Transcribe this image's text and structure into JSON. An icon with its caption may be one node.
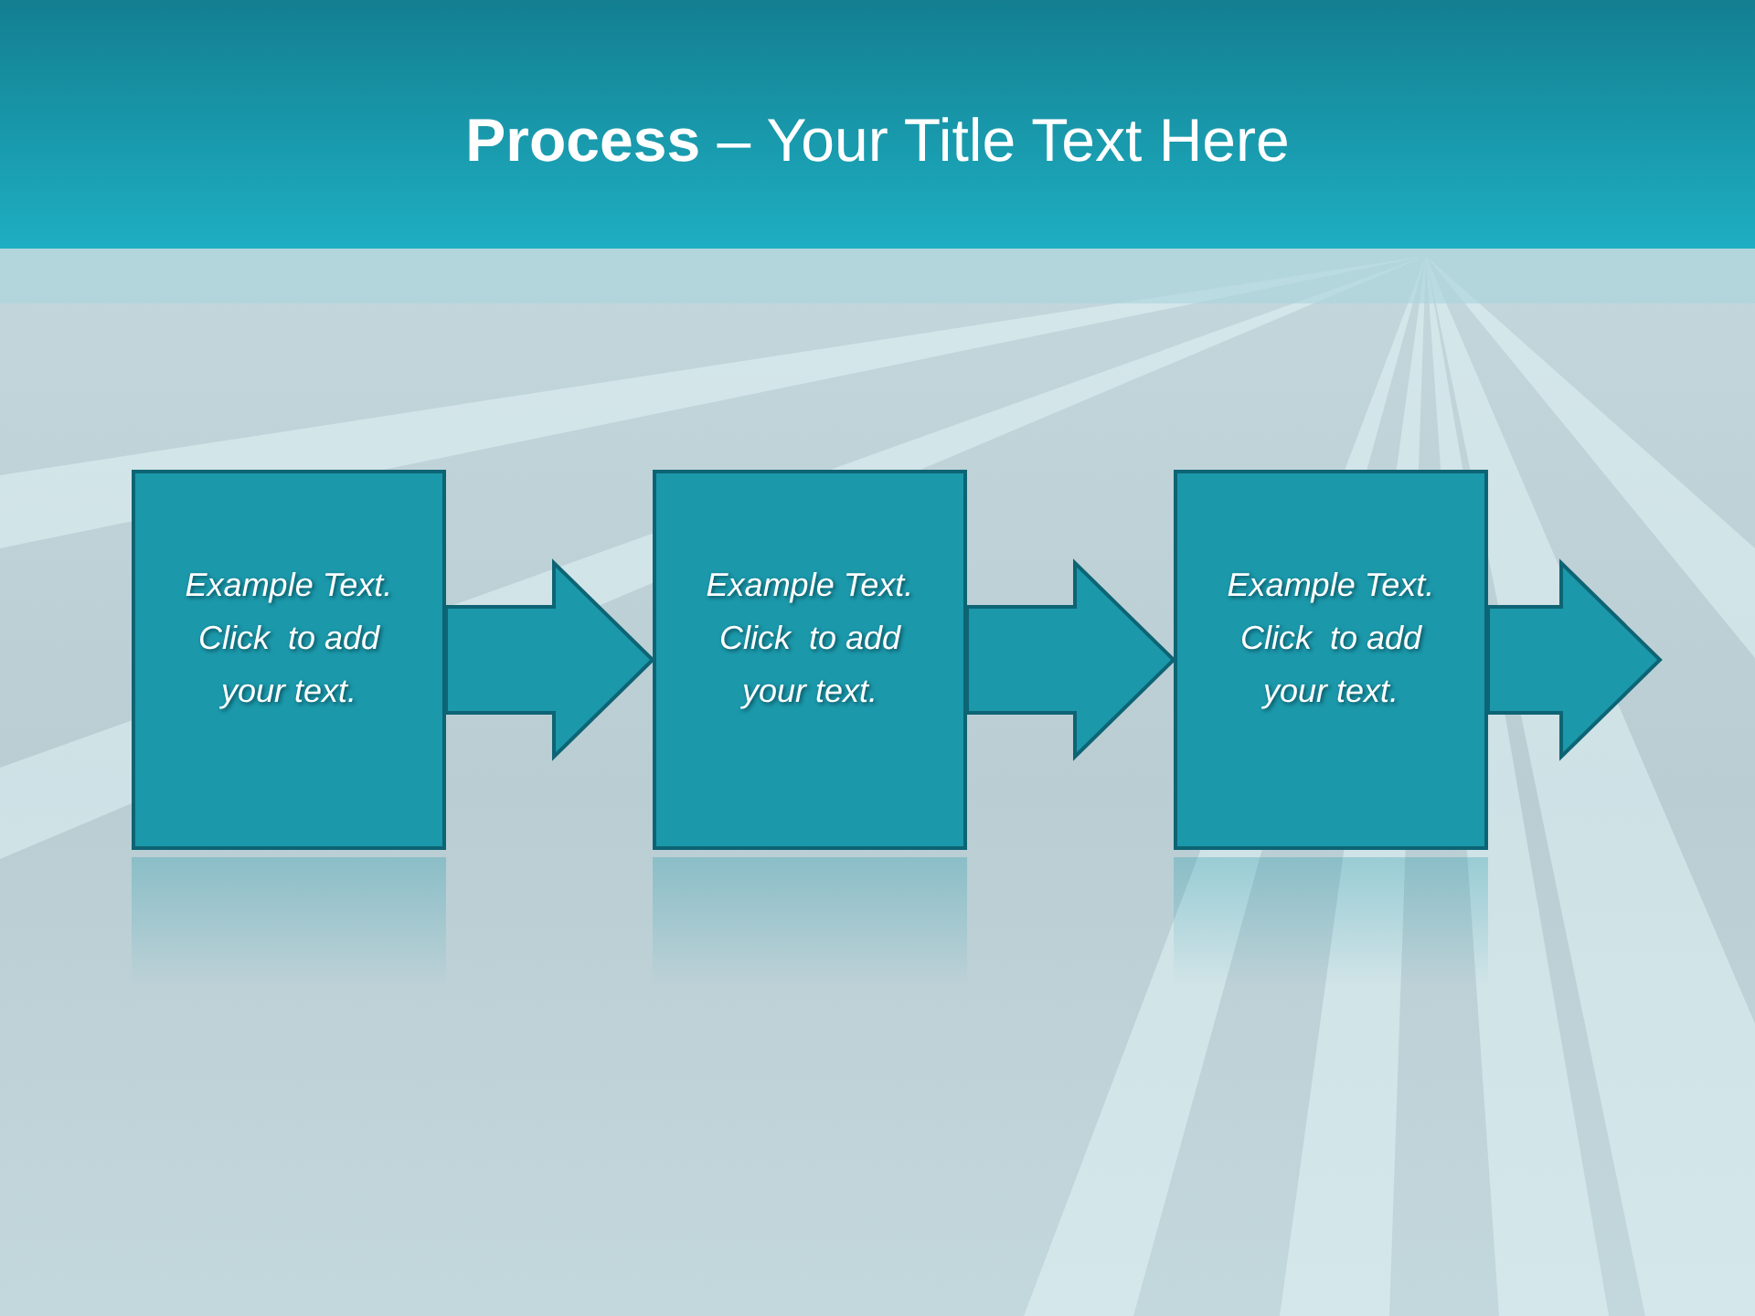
{
  "diagram": {
    "title": "**Process** – Your Title Text Here",
    "nodes": [
      {
        "text": [
          "Example Text. Click  to add your text."
        ]
      },
      {
        "text": [
          "Example Text. Click  to add your text."
        ]
      },
      {
        "text": [
          "Example Text. Click  to add your text."
        ]
      }
    ],
    "edges": [
      {
        "from": 0,
        "to": 1,
        "arrow": "to"
      },
      {
        "from": 1,
        "to": 2,
        "arrow": "to"
      },
      {
        "from": 2,
        "to": null,
        "arrow": "to"
      }
    ]
  }
}
